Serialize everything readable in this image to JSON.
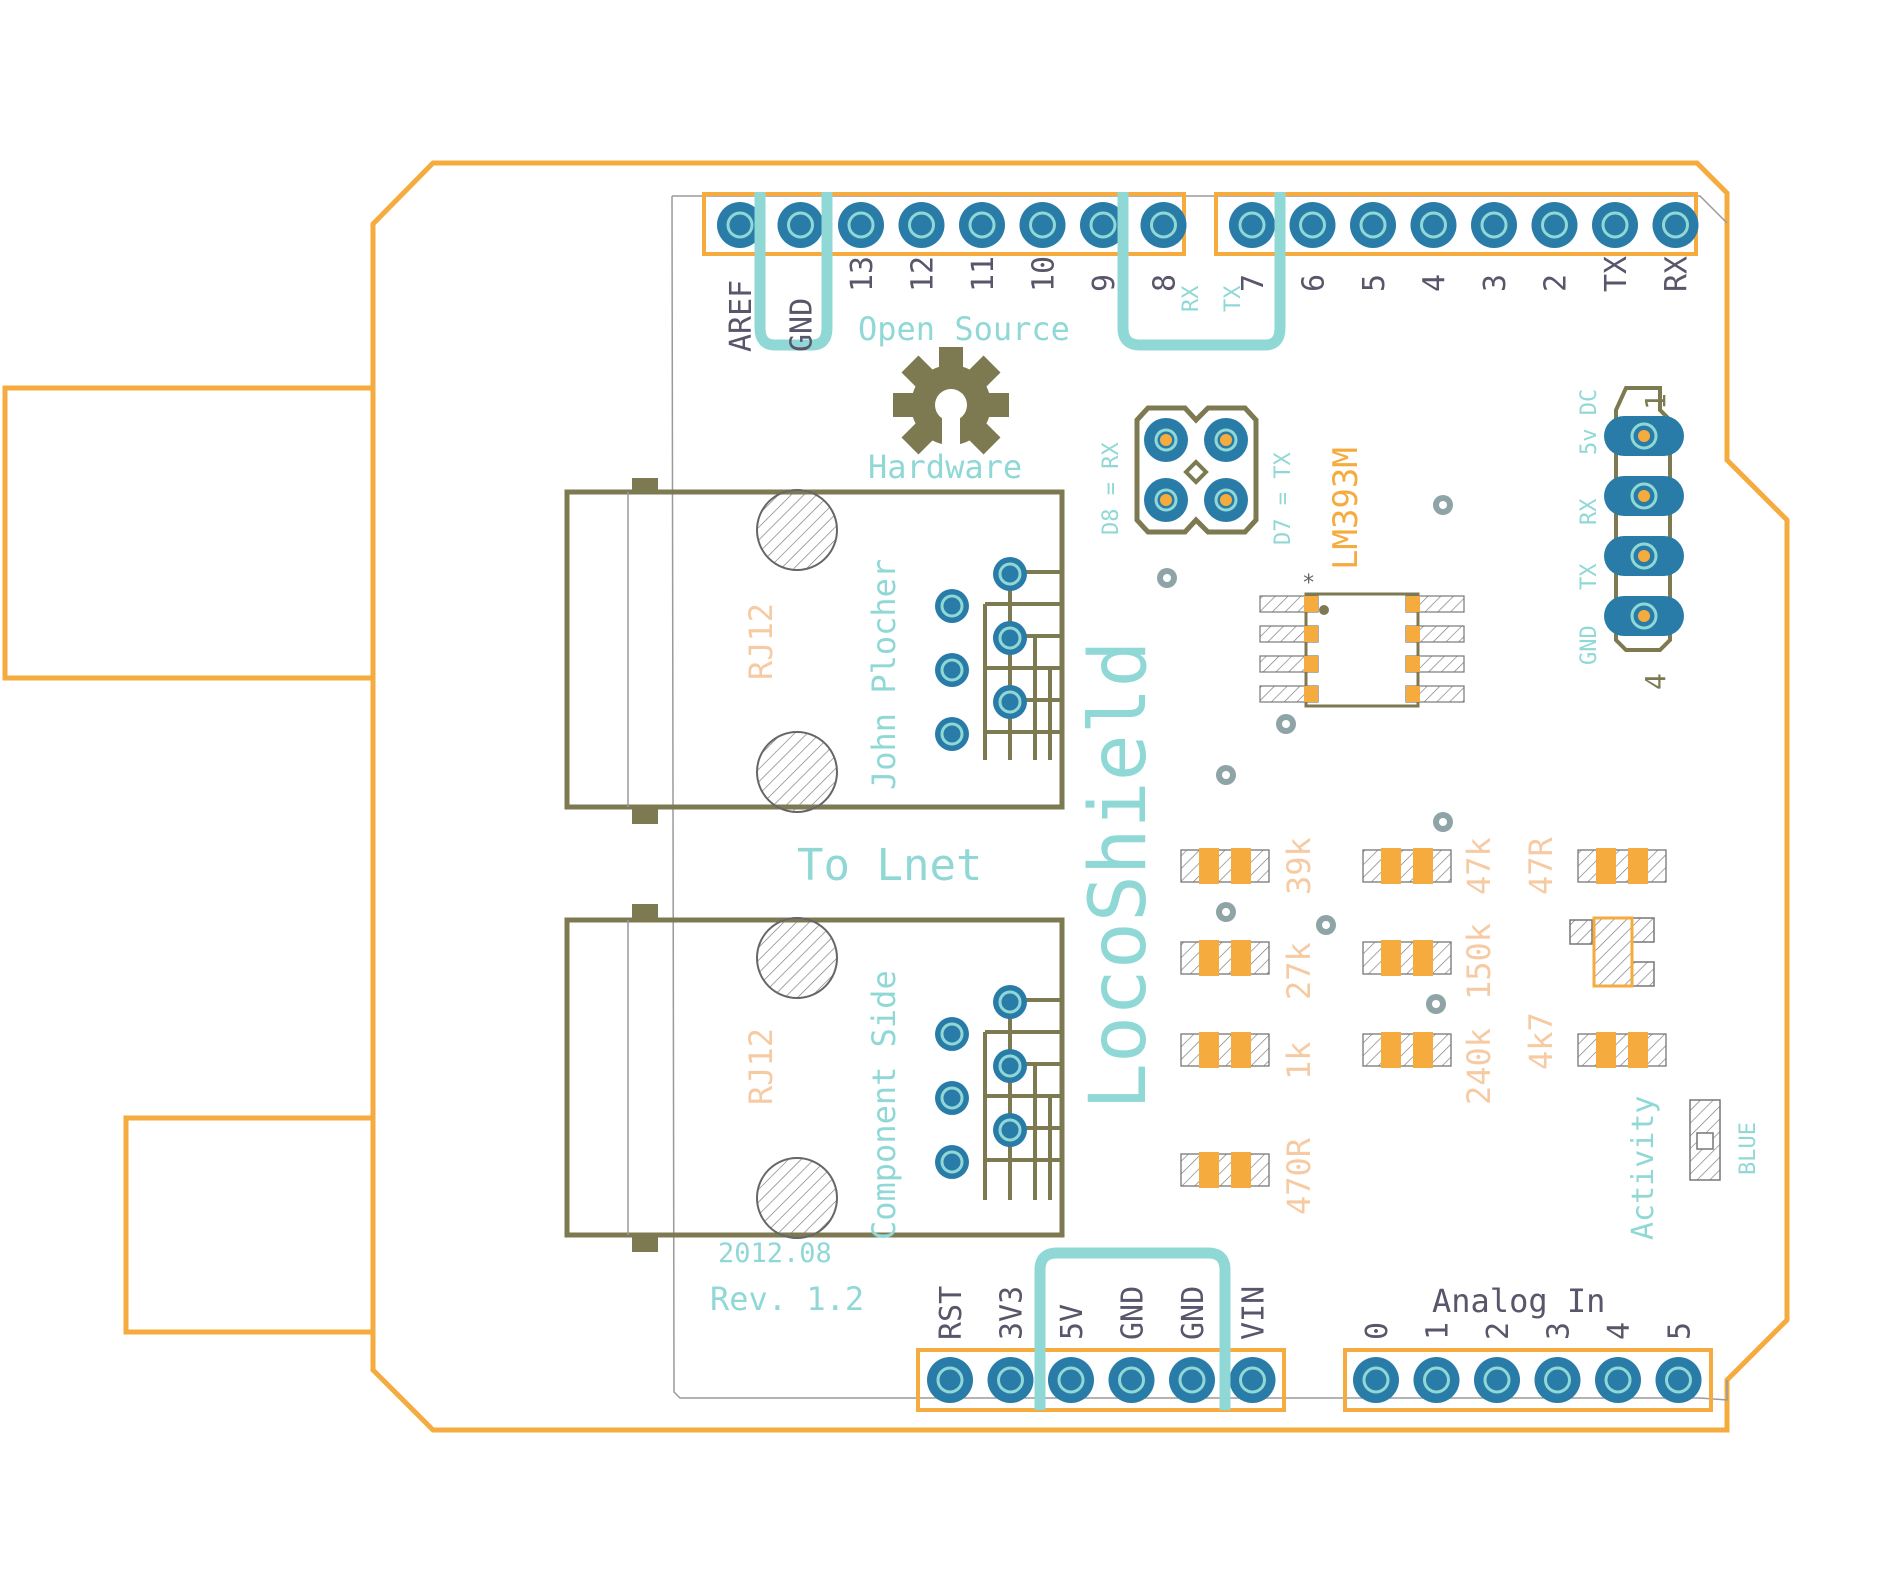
{
  "title": "LocoShield",
  "subtitle": "To Lnet",
  "revision": "Rev. 1.2",
  "date": "2012.08",
  "author": "John Plocher",
  "side_label": "Component Side",
  "open_source_logo": {
    "line1": "Open Source",
    "line2": "Hardware"
  },
  "connectors": {
    "rj12_top": "RJ12",
    "rj12_bottom": "RJ12"
  },
  "header_top_left": [
    "AREF",
    "GND",
    "13",
    "12",
    "11",
    "10",
    "9",
    "8"
  ],
  "header_top_right": [
    "7",
    "6",
    "5",
    "4",
    "3",
    "2",
    "TX",
    "RX"
  ],
  "rx_tx_note": {
    "rx": "RX",
    "tx": "TX"
  },
  "header_power": [
    "RST",
    "3V3",
    "5V",
    "GND",
    "GND",
    "VIN"
  ],
  "analog": {
    "title": "Analog In",
    "pins": [
      "0",
      "1",
      "2",
      "3",
      "4",
      "5"
    ]
  },
  "jumper": {
    "label_left": "D8 = RX",
    "label_right": "D7 = TX"
  },
  "ic": {
    "name": "LM393M",
    "marker": "*"
  },
  "serial_header": {
    "labels": [
      "5v DC",
      "RX",
      "TX",
      "GND"
    ],
    "pin1": "1",
    "pin4": "4"
  },
  "resistors": [
    "39k",
    "27k",
    "1k",
    "470R",
    "47k",
    "150k",
    "240k",
    "47R",
    "4k7"
  ],
  "led": {
    "label": "Activity",
    "color": "BLUE"
  },
  "colors": {
    "outline": "#f6ab3e",
    "pad": "#2a7ca8",
    "silk": "#7d7a52",
    "trace": "#8fd8d6",
    "text_peach": "#f6cba4",
    "text_dark": "#59556a"
  }
}
